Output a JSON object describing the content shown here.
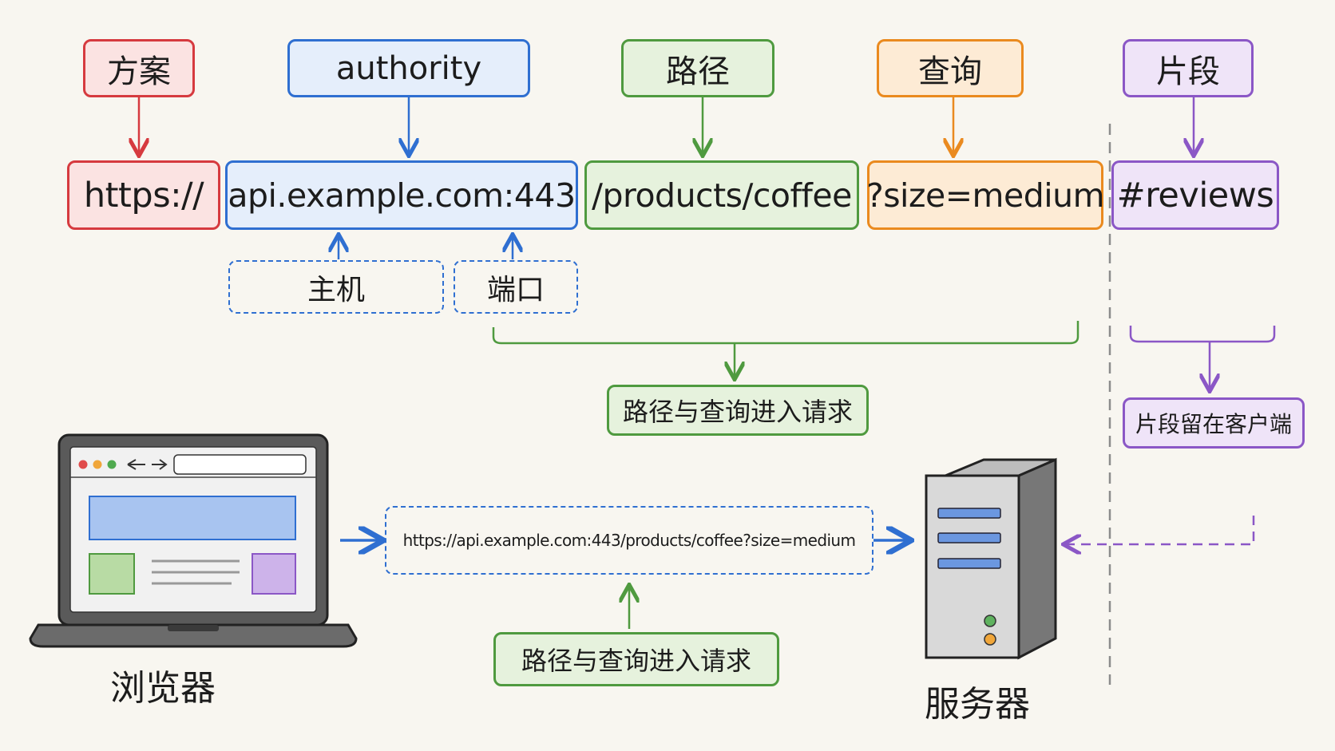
{
  "labels": {
    "scheme": "方案",
    "authority": "authority",
    "path": "路径",
    "query": "查询",
    "fragment": "片段"
  },
  "segments": {
    "scheme": "https://",
    "authority": "api.example.com:443",
    "path": "/products/coffee",
    "query": "?size=medium",
    "fragment": "#reviews"
  },
  "sub_labels": {
    "host": "主机",
    "port": "端口"
  },
  "notes": {
    "request_top": "路径与查询进入请求",
    "fragment_stays": "片段留在客户端",
    "request_bottom": "路径与查询进入请求"
  },
  "request_url": "https://api.example.com:443/products/coffee?size=medium",
  "actors": {
    "browser": "浏览器",
    "server": "服务器"
  },
  "colors": {
    "scheme": "#d63a3f",
    "authority": "#2f6fd1",
    "path": "#4f9a3f",
    "query": "#ea8a1f",
    "fragment": "#8b57c6"
  }
}
